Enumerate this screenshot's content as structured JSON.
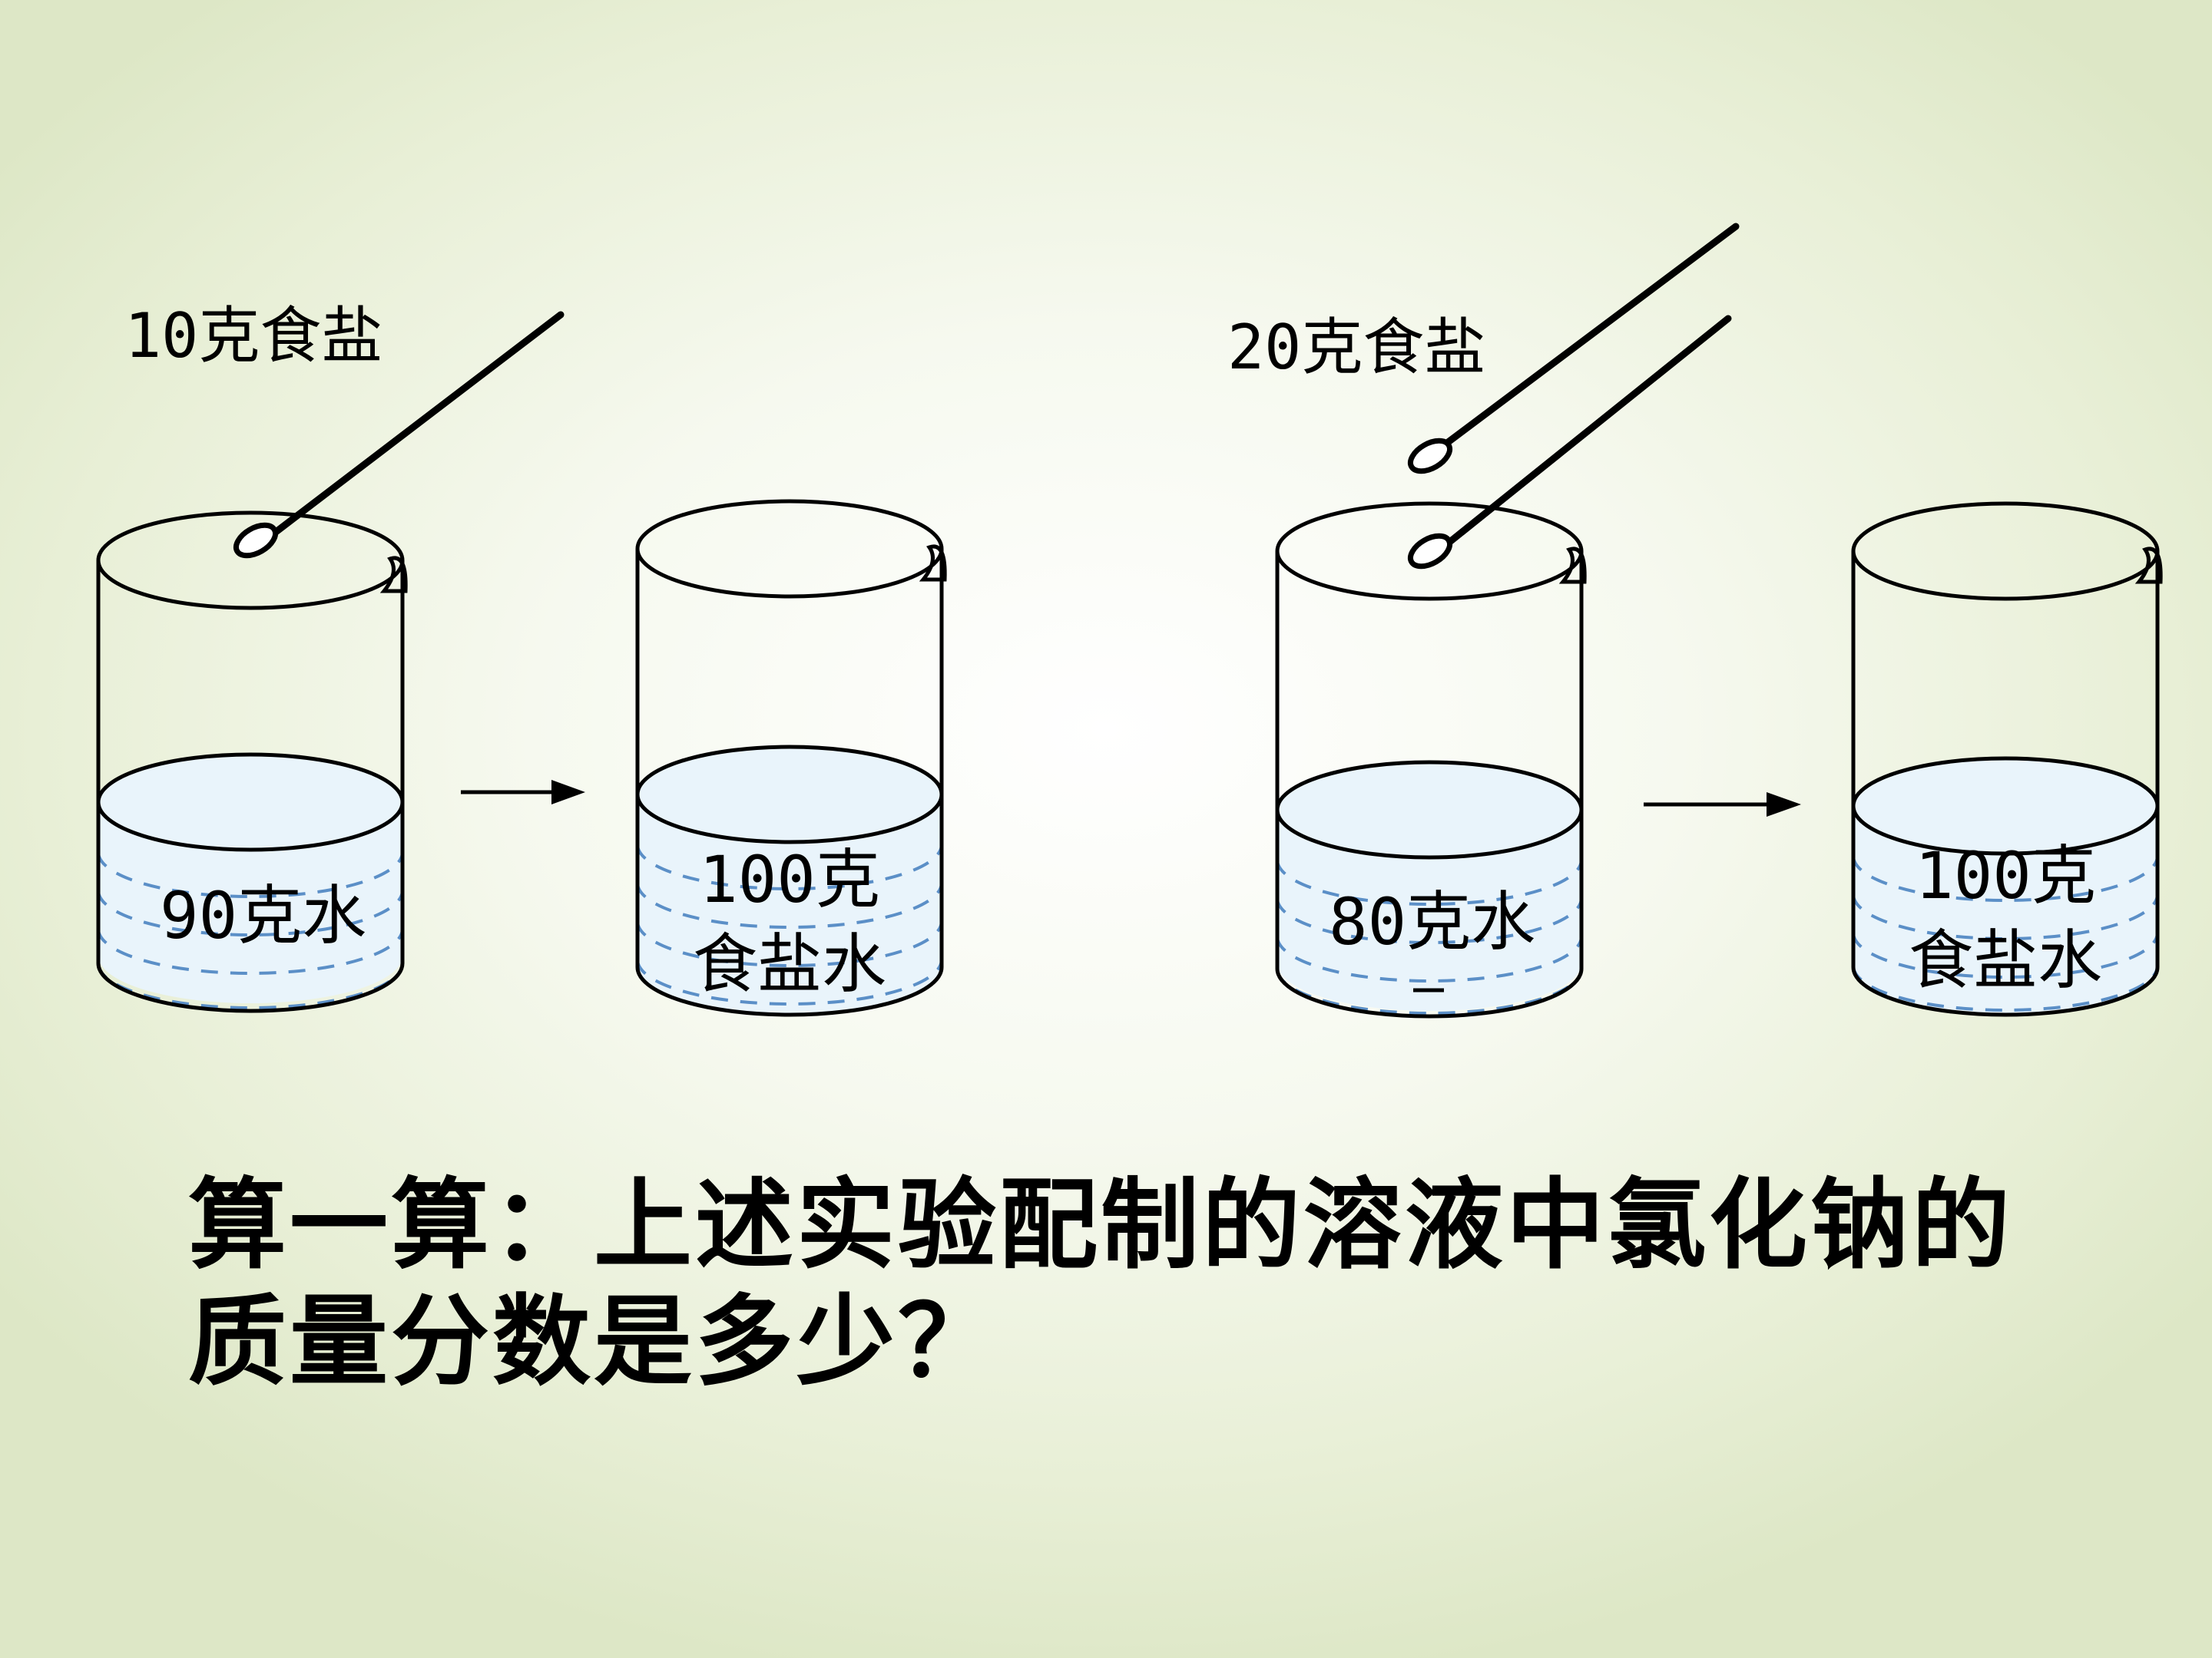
{
  "experiments": [
    {
      "salt_label": "10克食盐",
      "water_label": "90克水",
      "result_line1": "100克",
      "result_line2": "食盐水"
    },
    {
      "salt_label": "20克食盐",
      "water_label": "80克水",
      "result_line1": "100克",
      "result_line2": "食盐水"
    }
  ],
  "question": "算一算：上述实验配制的溶液中氯化钠的质量分数是多少？",
  "colors": {
    "water_dash": "#5b8fc7",
    "water_fill": "#e9f4fb",
    "background_center": "#ffffff",
    "background_edge": "#dde7c6"
  }
}
